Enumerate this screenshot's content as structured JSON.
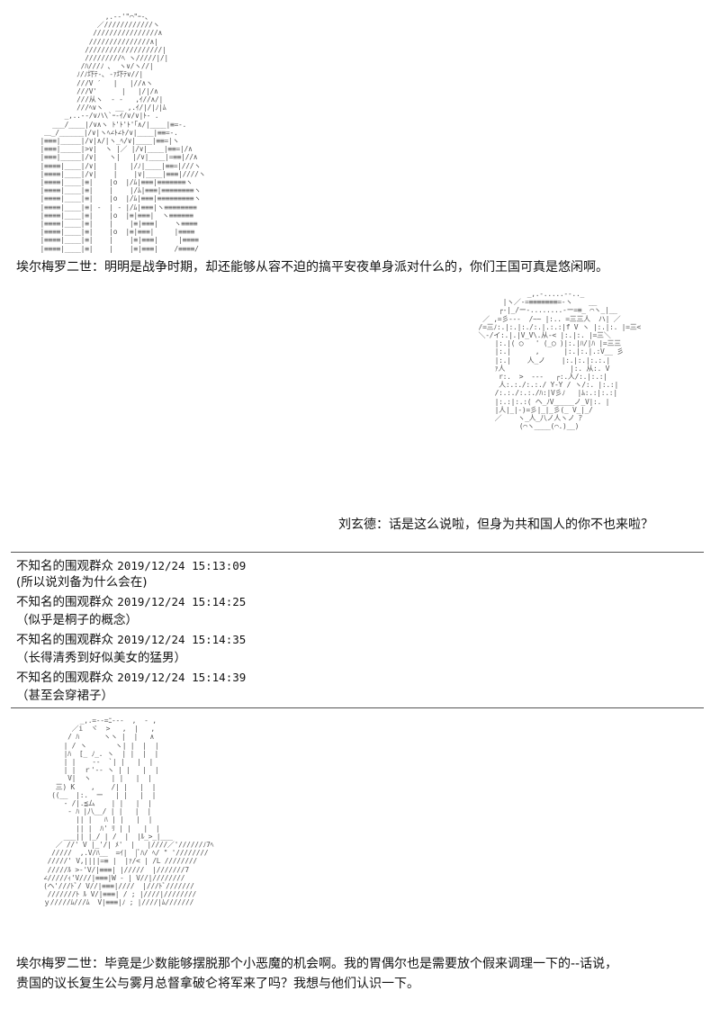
{
  "scene1": {
    "dialogue": "埃尔梅罗二世：明明是战争时期，却还能够从容不迫的搞平安夜单身派对什么的，你们王国可真是悠闲啊。"
  },
  "scene2": {
    "dialogue": "刘玄德：话是这么说啦，但身为共和国人的你不也来啦？"
  },
  "comments": [
    {
      "user": "不知名的围观群众",
      "time": "2019/12/24 15:13:09",
      "text": "(所以说刘备为什么会在)"
    },
    {
      "user": "不知名的围观群众",
      "time": "2019/12/24 15:14:25",
      "text": "（似乎是桐子的概念）"
    },
    {
      "user": "不知名的围观群众",
      "time": "2019/12/24 15:14:35",
      "text": "（长得清秀到好似美女的猛男）"
    },
    {
      "user": "不知名的围观群众",
      "time": "2019/12/24 15:14:39",
      "text": "（甚至会穿裙子）"
    }
  ],
  "scene3": {
    "dialogue_line1": "埃尔梅罗二世：毕竟是少数能够摆脱那个小恶魔的机会啊。我的胃偶尔也是需要放个假来调理一下的--话说，",
    "dialogue_line2": "贵国的议长复生公与雾月总督拿破仑将军来了吗？我想与他们认识一下。"
  }
}
